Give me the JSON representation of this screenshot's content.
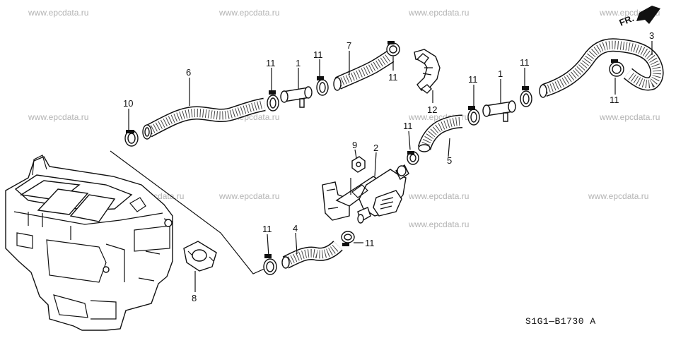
{
  "watermarks": [
    "www.epcdata.ru",
    "www.epcdata.ru",
    "www.epcdata.ru",
    "www.epcdata.ru",
    "www.epcdata.ru",
    "www.epcdata.ru",
    "www.epcdata.ru",
    "www.epcdata.ru",
    "www.epcdata.ru",
    "www.epcdata.ru",
    "www.epcdata.ru",
    "www.epcdata.ru",
    "www.epcdata.ru"
  ],
  "callouts": {
    "c1a": "1",
    "c1b": "1",
    "c2": "2",
    "c3": "3",
    "c4": "4",
    "c5": "5",
    "c6": "6",
    "c7": "7",
    "c8": "8",
    "c9": "9",
    "c10": "10",
    "c11a": "11",
    "c11b": "11",
    "c11c": "11",
    "c11d": "11",
    "c11e": "11",
    "c11f": "11",
    "c11g": "11",
    "c11h": "11",
    "c11i": "11",
    "c12": "12"
  },
  "front_indicator": "FR.",
  "diagram_code": "S1G1—B1730 A"
}
